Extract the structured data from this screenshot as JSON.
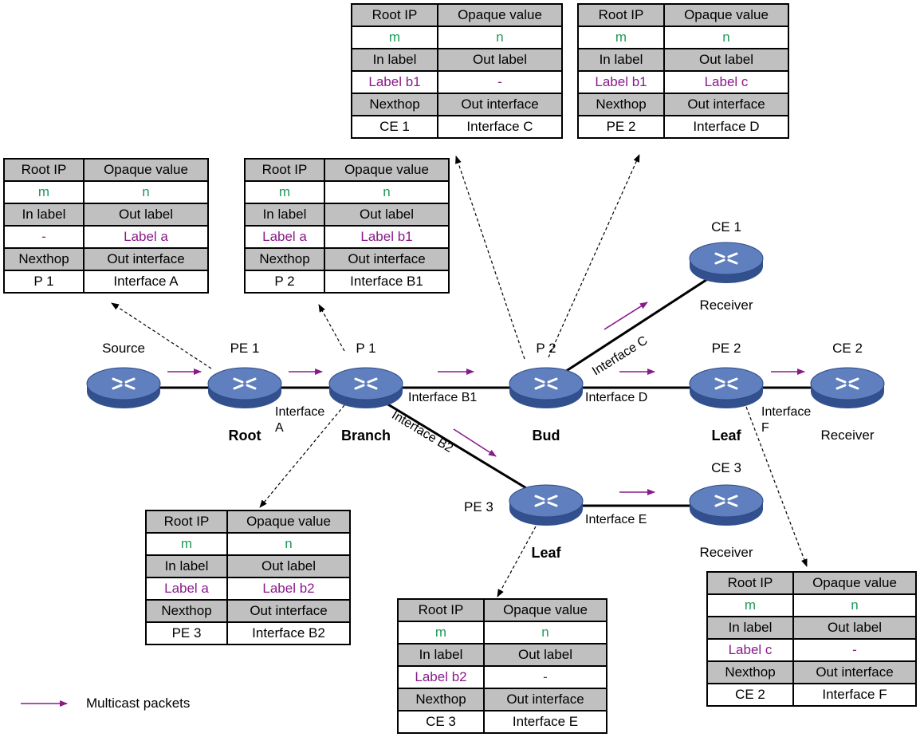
{
  "colors": {
    "packet_arrow": "#8a1a8a",
    "header_fill": "#c0c0c0",
    "root_value": "#1e9a55",
    "label_value": "#8a1a8a",
    "router_body": "#4a6aa8"
  },
  "nodes": {
    "source": {
      "name": "Source"
    },
    "pe1": {
      "name": "PE 1",
      "role": "Root"
    },
    "p1": {
      "name": "P 1",
      "role": "Branch"
    },
    "p2": {
      "name": "P 2",
      "role": "Bud"
    },
    "pe2": {
      "name": "PE 2",
      "role": "Leaf"
    },
    "ce2": {
      "name": "CE 2",
      "role": "Receiver"
    },
    "ce1": {
      "name": "CE 1",
      "role": "Receiver"
    },
    "pe3": {
      "name": "PE 3",
      "role": "Leaf"
    },
    "ce3": {
      "name": "CE 3",
      "role": "Receiver"
    }
  },
  "interfaces": {
    "a_line1": "Interface",
    "a_line2": "A",
    "b1": "Interface B1",
    "b2": "Interface B2",
    "c": "Interface C",
    "d": "Interface D",
    "e": "Interface E",
    "f_line1": "Interface",
    "f_line2": "F"
  },
  "table_headers": {
    "root_ip": "Root IP",
    "opaque": "Opaque value",
    "in_label": "In label",
    "out_label": "Out label",
    "nexthop": "Nexthop",
    "out_interface": "Out interface"
  },
  "tables": {
    "pe1": {
      "root_ip": "m",
      "opaque": "n",
      "in_label": "-",
      "out_label": "Label a",
      "nexthop": "P 1",
      "out_interface": "Interface A"
    },
    "p1": {
      "root_ip": "m",
      "opaque": "n",
      "in_label": "Label a",
      "out_label": "Label b1",
      "nexthop": "P 2",
      "out_interface": "Interface B1"
    },
    "p1b": {
      "root_ip": "m",
      "opaque": "n",
      "in_label": "Label a",
      "out_label": "Label b2",
      "nexthop": "PE 3",
      "out_interface": "Interface B2"
    },
    "p2a": {
      "root_ip": "m",
      "opaque": "n",
      "in_label": "Label b1",
      "out_label": "-",
      "nexthop": "CE 1",
      "out_interface": "Interface C"
    },
    "p2b": {
      "root_ip": "m",
      "opaque": "n",
      "in_label": "Label b1",
      "out_label": "Label c",
      "nexthop": "PE 2",
      "out_interface": "Interface D"
    },
    "pe3": {
      "root_ip": "m",
      "opaque": "n",
      "in_label": "Label b2",
      "out_label": "-",
      "nexthop": "CE 3",
      "out_interface": "Interface E"
    },
    "pe2": {
      "root_ip": "m",
      "opaque": "n",
      "in_label": "Label c",
      "out_label": "-",
      "nexthop": "CE 2",
      "out_interface": "Interface F"
    }
  },
  "legend": {
    "text": "Multicast packets"
  }
}
